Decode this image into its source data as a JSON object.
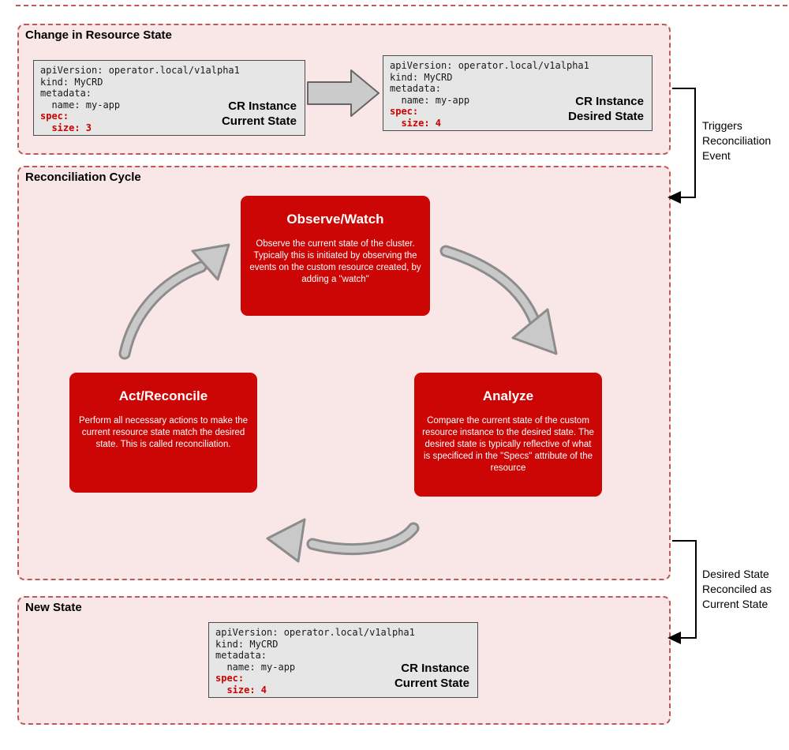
{
  "sections": {
    "change_state": {
      "title": "Change in Resource State",
      "current_cr": {
        "yaml_plain": "apiVersion: operator.local/v1alpha1\nkind: MyCRD\nmetadata:\n  name: my-app",
        "yaml_spec": "spec:\n  size: 3",
        "label": "CR Instance\nCurrent State"
      },
      "desired_cr": {
        "yaml_plain": "apiVersion: operator.local/v1alpha1\nkind: MyCRD\nmetadata:\n  name: my-app",
        "yaml_spec": "spec:\n  size: 4",
        "label": "CR Instance\nDesired State"
      }
    },
    "cycle": {
      "title": "Reconciliation Cycle",
      "observe": {
        "title": "Observe/Watch",
        "body": "Observe the current state of the cluster. Typically this is initiated by observing the events on the custom resource created, by adding a \"watch\""
      },
      "analyze": {
        "title": "Analyze",
        "body": "Compare the current state of the custom resource instance to the desired state. The desired state is typically reflective of what is specificed in the \"Specs\" attribute of the resource"
      },
      "act": {
        "title": "Act/Reconcile",
        "body": "Perform all necessary actions to make the current resource state match the desired state. This is called reconciliation."
      }
    },
    "new_state": {
      "title": "New State",
      "current_cr": {
        "yaml_plain": "apiVersion: operator.local/v1alpha1\nkind: MyCRD\nmetadata:\n  name: my-app",
        "yaml_spec": "spec:\n  size: 4",
        "label": "CR Instance\nCurrent State"
      }
    }
  },
  "connectors": {
    "trigger_label": "Triggers\nReconciliation\nEvent",
    "reconciled_label": "Desired State\nReconciled as\nCurrent State"
  },
  "colors": {
    "box_red": "#cc0505",
    "dashed_border": "#ba5a5a",
    "panel_pink": "#f9e6e6",
    "code_bg": "#e6e6e6",
    "code_red": "#cc0000",
    "arrow_gray": "#c9c9c9",
    "arrow_outline": "#8c8c8c"
  }
}
